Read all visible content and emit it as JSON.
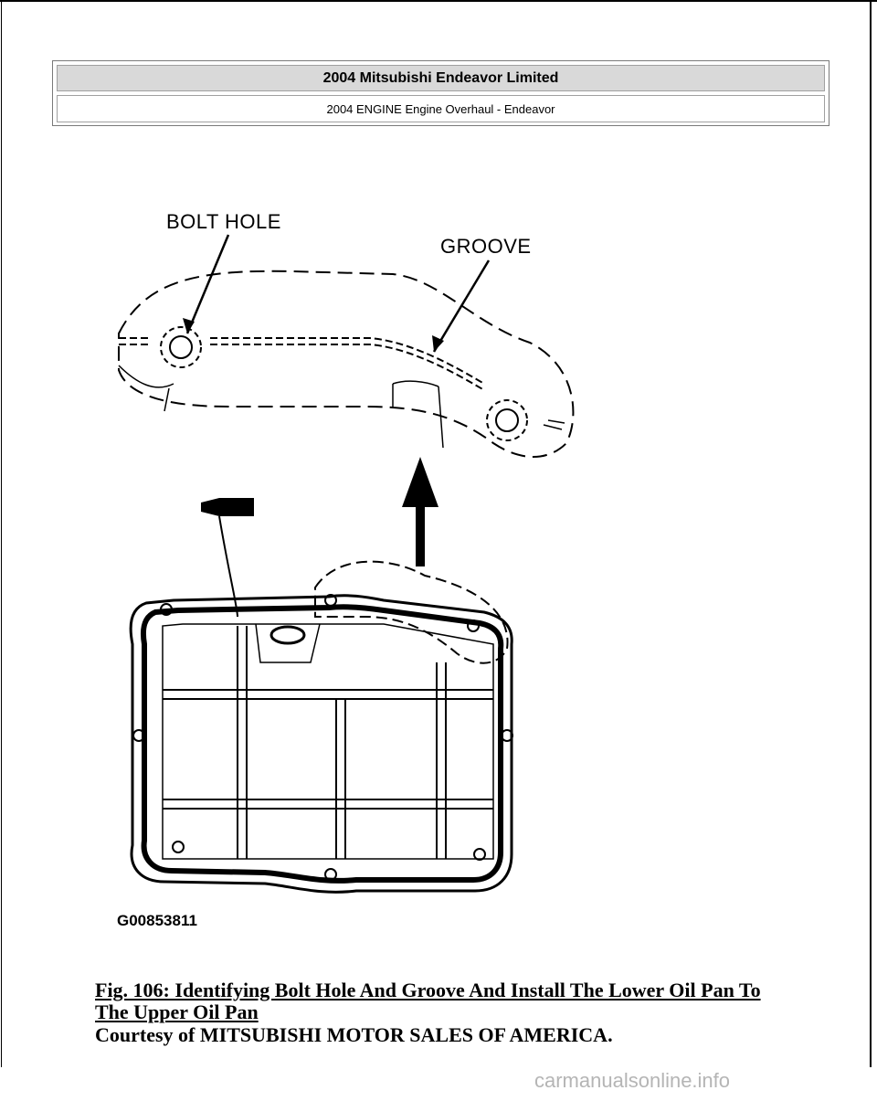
{
  "header": {
    "title": "2004 Mitsubishi Endeavor Limited",
    "subtitle": "2004 ENGINE Engine Overhaul - Endeavor"
  },
  "figure": {
    "labels": {
      "bolt_hole": "BOLT HOLE",
      "groove": "GROOVE"
    },
    "figure_id": "G00853811"
  },
  "caption": {
    "title": "Fig. 106: Identifying Bolt Hole And Groove And Install The Lower Oil Pan To The Upper Oil Pan",
    "credit": "Courtesy of MITSUBISHI MOTOR SALES OF AMERICA."
  },
  "footer": {
    "watermark": "carmanualsonline.info"
  }
}
